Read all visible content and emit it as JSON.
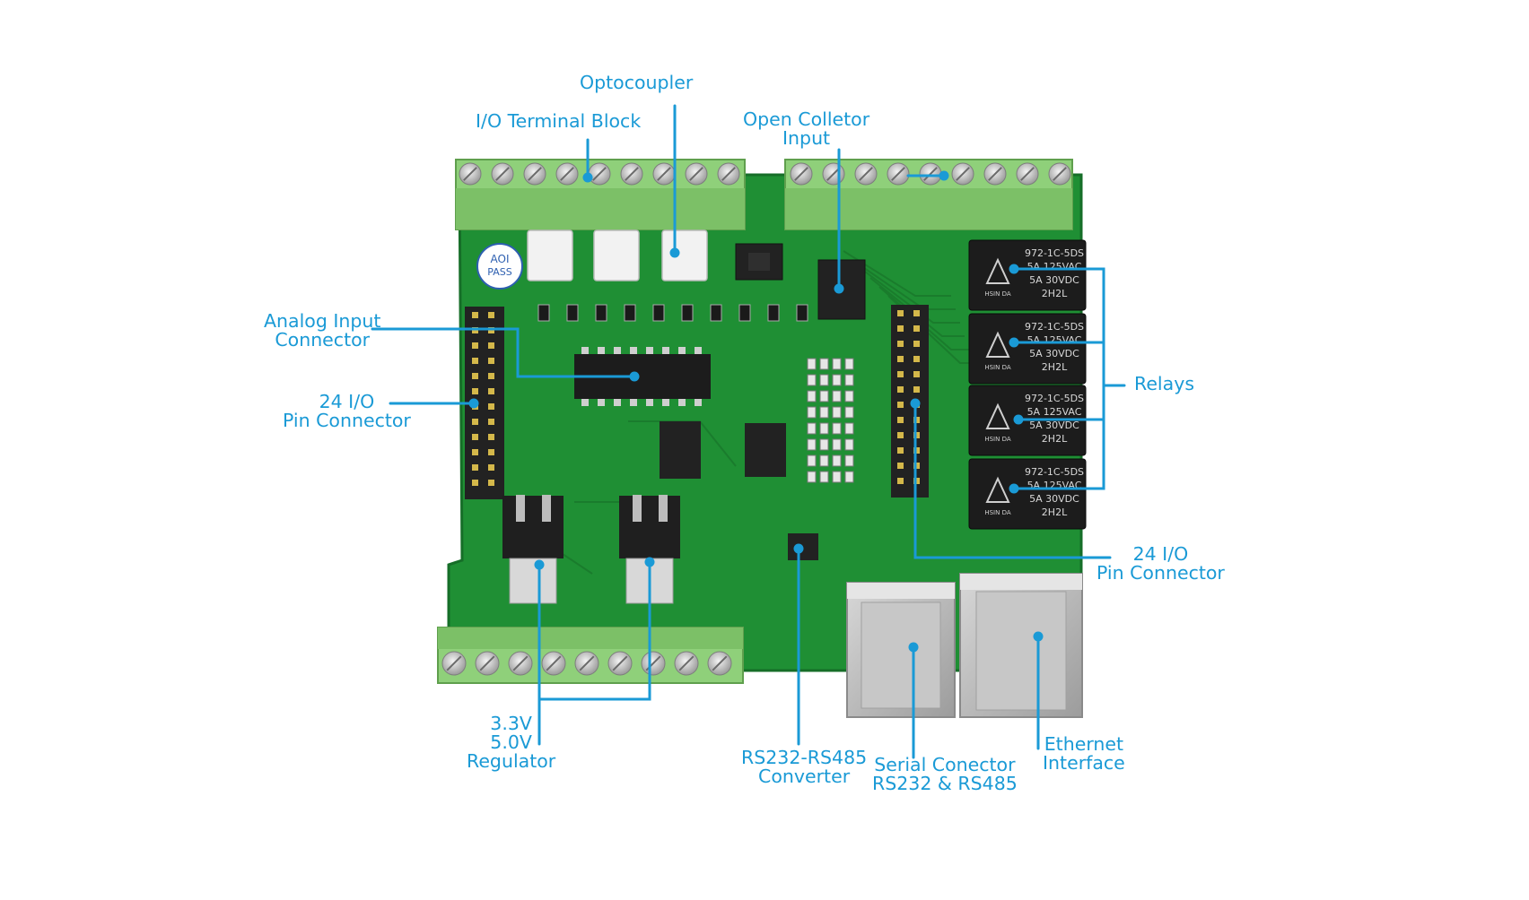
{
  "colors": {
    "callout": "#1a9ad6",
    "pcb": "#1f8f34",
    "pcb_dark": "#15702a",
    "terminal": "#8fd07a",
    "relay": "#1c1c1c",
    "background": "#ffffff"
  },
  "labels": {
    "optocoupler": "Optocoupler",
    "io_terminal_block": "I/O Terminal Block",
    "open_collector_1": "Open Colletor",
    "open_collector_2": "Input",
    "analog_input_1": "Analog Input",
    "analog_input_2": "Connector",
    "pin_connector_left_1": "24 I/O",
    "pin_connector_left_2": "Pin Connector",
    "relays": "Relays",
    "pin_connector_right_1": "24 I/O",
    "pin_connector_right_2": "Pin Connector",
    "regulator_1": "3.3V",
    "regulator_2": "5.0V",
    "regulator_3": "Regulator",
    "rs_converter_1": "RS232-RS485",
    "rs_converter_2": "Converter",
    "serial_connector_1": "Serial Conector",
    "serial_connector_2": "RS232 & RS485",
    "ethernet_1": "Ethernet",
    "ethernet_2": "Interface"
  },
  "board_markings": {
    "relay_model": "972-1C-5DS",
    "relay_rating_ac": "5A 125VAC",
    "relay_rating_dc": "5A 30VDC",
    "relay_code": "2H2L",
    "relay_brand": "HSIN DA",
    "aoi_line1": "AOI",
    "aoi_line2": "PASS"
  }
}
